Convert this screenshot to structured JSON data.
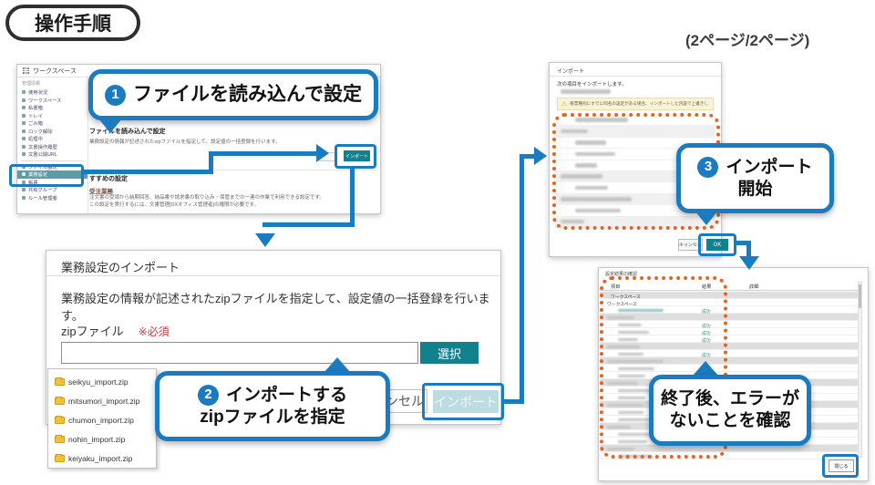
{
  "colors": {
    "accent_blue": "#1a7bc0",
    "teal": "#13808e",
    "orange": "#e8611f",
    "warning_bg": "#faf3d6"
  },
  "page": {
    "title_badge": "操作手順",
    "page_indicator": "(2ページ/2ページ)"
  },
  "callouts": {
    "step1": {
      "num": "1",
      "text": "ファイルを読み込んで設定"
    },
    "step2": {
      "num": "2",
      "line1": "インポートする",
      "line2": "zipファイルを指定"
    },
    "step3": {
      "num": "3",
      "line1": "インポート",
      "line2": "開始"
    },
    "note": {
      "line1": "終了後、エラーが",
      "line2": "ないことを確認"
    }
  },
  "screenshot1": {
    "app_title": "ワークスペース",
    "sidebar": {
      "section": "管理情報",
      "items": [
        "使用状況",
        "ワークスペース",
        "私書箱",
        "トレイ",
        "ごみ箱",
        "ロック解除",
        "処理中",
        "文書操作履歴",
        "文書公開URL"
      ],
      "items2": [
        "ファイル設定",
        "業務設定",
        "帳票",
        "共有グループ",
        "ルール管理者"
      ],
      "selected": "業務設定"
    },
    "main": {
      "heading": "ファイルを読み込んで設定",
      "desc": "業務設定の情報が記述されたzipファイルを指定して、設定値の一括登録を行います。",
      "import_button": "インポート",
      "section2": "すすめの設定",
      "sub_heading": "受注業務",
      "sub_desc1": "注文書の受領から納期回答、納品書や請求書の取り込み・保管までの一連の作業で利用できる設定です。",
      "sub_desc2": "この設定を実行するには、文書管理[DXオフィス管理者]の権限が必要です。"
    }
  },
  "dialog_import": {
    "title": "業務設定のインポート",
    "desc": "業務設定の情報が記述されたzipファイルを指定して、設定値の一括登録を行います。",
    "field_label": "zipファイル",
    "required": "※必須",
    "input_value": "",
    "select_button": "選択",
    "cancel_button": "キャンセル",
    "import_button": "インポート",
    "files": [
      "seikyu_import.zip",
      "mitsumori_import.zip",
      "chumon_import.zip",
      "nohin_import.zip",
      "keiyaku_import.zip"
    ]
  },
  "dialog_confirm": {
    "title": "インポート",
    "desc": "次の項目をインポートします。",
    "warning": "帳票種別にすでに同名の設定がある場合、インポートした内容で上書きします。",
    "cancel_button": "キャンセル",
    "ok_button": "OK",
    "redacted_rows": [
      {
        "group": false,
        "indent": true,
        "w": 58
      },
      {
        "group": true,
        "indent": false,
        "w": 30
      },
      {
        "group": false,
        "indent": true,
        "w": 34
      },
      {
        "group": false,
        "indent": true,
        "w": 44
      },
      {
        "group": false,
        "indent": true,
        "w": 24
      },
      {
        "group": true,
        "indent": false,
        "w": 46
      },
      {
        "group": false,
        "indent": true,
        "w": 36
      },
      {
        "group": true,
        "indent": false,
        "w": 78
      },
      {
        "group": false,
        "indent": true,
        "w": 50
      },
      {
        "group": true,
        "indent": false,
        "w": 26
      }
    ]
  },
  "dialog_result": {
    "title": "設定結果の確認",
    "columns": [
      "項目",
      "結果",
      "詳細"
    ],
    "success_label": "成功",
    "close_button": "閉じる",
    "rows": [
      {
        "label": "ワークスペース",
        "group": true
      },
      {
        "label": "ワークスペース"
      },
      {
        "blur": 50,
        "link": true,
        "result": "成功"
      },
      {
        "blur": 30,
        "group": true
      },
      {
        "blur": 26,
        "indent": true,
        "result": "成功"
      },
      {
        "blur": 34,
        "indent": true,
        "result": "成功"
      },
      {
        "blur": 22,
        "indent": true,
        "result": "成功"
      },
      {
        "blur": 36,
        "group": true
      },
      {
        "blur": 28,
        "indent": true,
        "result": "成功"
      },
      {
        "blur": 62,
        "group": true
      },
      {
        "blur": 40,
        "indent": true
      },
      {
        "blur": 30,
        "indent": true
      },
      {
        "blur": 34,
        "group": true
      },
      {
        "blur": 44,
        "indent": true
      },
      {
        "blur": 30,
        "indent": true
      },
      {
        "blur": 40,
        "group": true
      },
      {
        "blur": 28,
        "indent": true
      },
      {
        "blur": 36,
        "indent": true
      },
      {
        "blur": 26,
        "group": true
      },
      {
        "blur": 44,
        "indent": true
      },
      {
        "blur": 32,
        "indent": true
      },
      {
        "blur": 30,
        "group": true
      },
      {
        "blur": 38,
        "indent": true
      }
    ]
  }
}
